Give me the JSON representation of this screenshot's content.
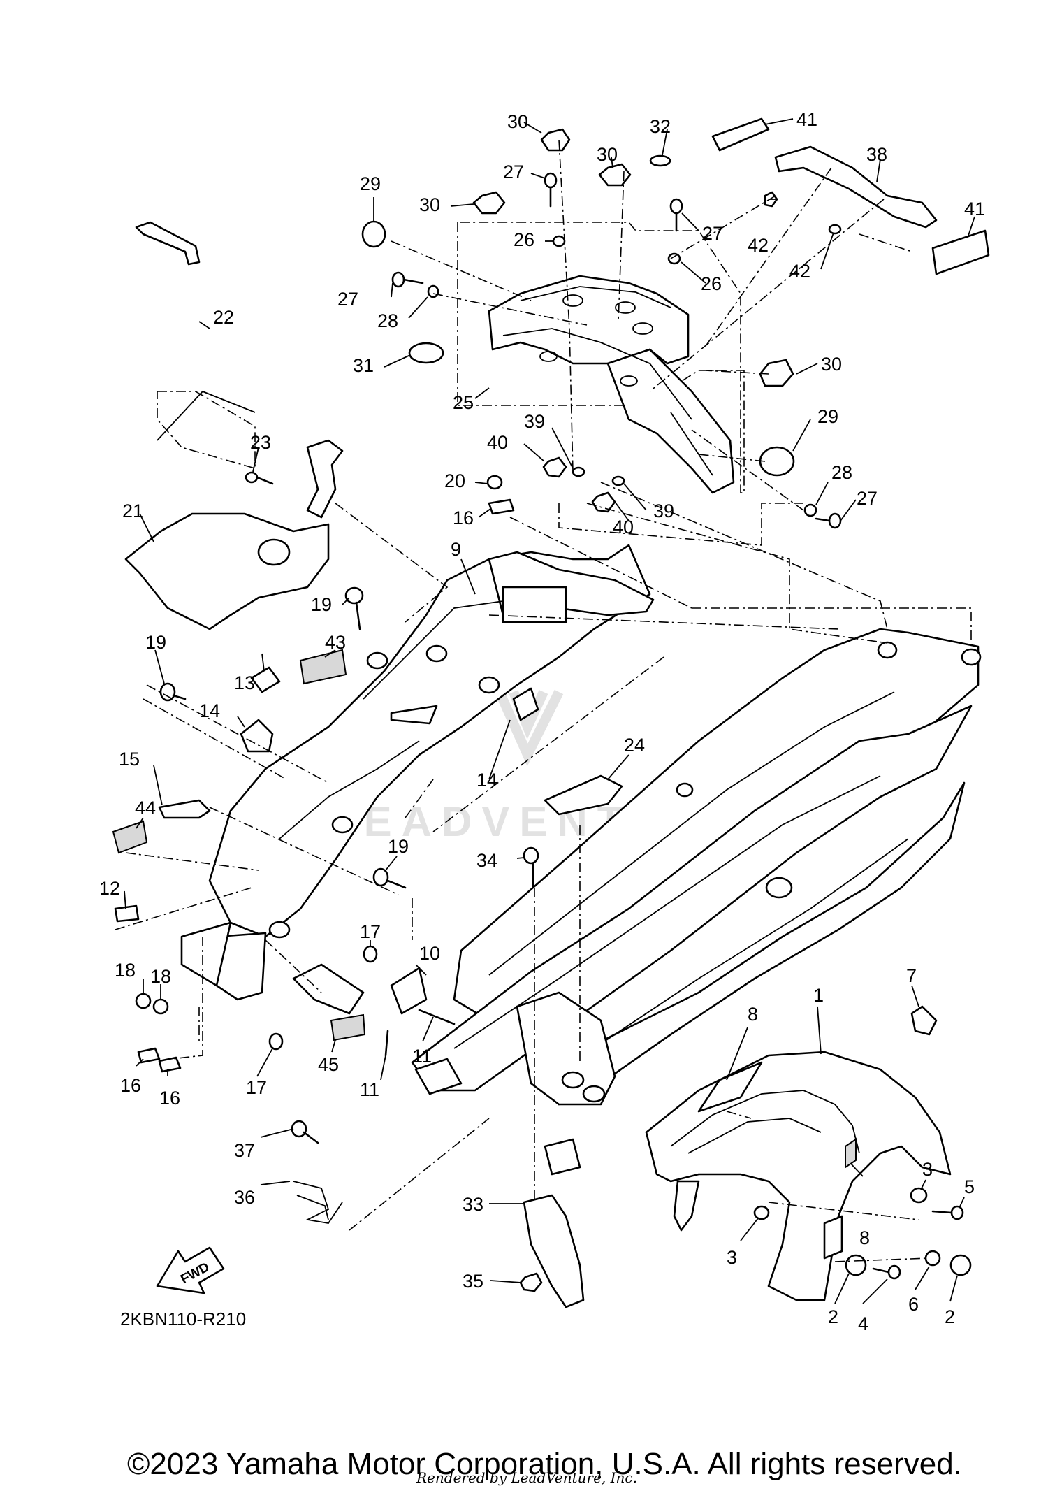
{
  "diagram": {
    "watermark": "LEADVENTURE",
    "fwd_label": "FWD",
    "code": "2KBN110-R210",
    "copyright": "©2023 Yamaha Motor Corporation, U.S.A. All rights reserved.",
    "rendered_by": "Rendered by LeadVenture, Inc.",
    "callouts": [
      {
        "id": "c30a",
        "text": "30"
      },
      {
        "id": "c32",
        "text": "32"
      },
      {
        "id": "c41a",
        "text": "41"
      },
      {
        "id": "c27a",
        "text": "27"
      },
      {
        "id": "c30b",
        "text": "30"
      },
      {
        "id": "c38",
        "text": "38"
      },
      {
        "id": "c29a",
        "text": "29"
      },
      {
        "id": "c30c",
        "text": "30"
      },
      {
        "id": "c27b",
        "text": "27"
      },
      {
        "id": "c41b",
        "text": "41"
      },
      {
        "id": "c26a",
        "text": "26"
      },
      {
        "id": "c42a",
        "text": "42"
      },
      {
        "id": "c42b",
        "text": "42"
      },
      {
        "id": "c26b",
        "text": "26"
      },
      {
        "id": "c27c",
        "text": "27"
      },
      {
        "id": "c28a",
        "text": "28"
      },
      {
        "id": "c22",
        "text": "22"
      },
      {
        "id": "c31",
        "text": "31"
      },
      {
        "id": "c30d",
        "text": "30"
      },
      {
        "id": "c25",
        "text": "25"
      },
      {
        "id": "c39a",
        "text": "39"
      },
      {
        "id": "c29b",
        "text": "29"
      },
      {
        "id": "c40a",
        "text": "40"
      },
      {
        "id": "c23",
        "text": "23"
      },
      {
        "id": "c20",
        "text": "20"
      },
      {
        "id": "c28b",
        "text": "28"
      },
      {
        "id": "c27d",
        "text": "27"
      },
      {
        "id": "c39b",
        "text": "39"
      },
      {
        "id": "c16a",
        "text": "16"
      },
      {
        "id": "c40b",
        "text": "40"
      },
      {
        "id": "c21",
        "text": "21"
      },
      {
        "id": "c9",
        "text": "9"
      },
      {
        "id": "c19a",
        "text": "19"
      },
      {
        "id": "c19b",
        "text": "19"
      },
      {
        "id": "c43",
        "text": "43"
      },
      {
        "id": "c13",
        "text": "13"
      },
      {
        "id": "c14a",
        "text": "14"
      },
      {
        "id": "c15",
        "text": "15"
      },
      {
        "id": "c14b",
        "text": "14"
      },
      {
        "id": "c24",
        "text": "24"
      },
      {
        "id": "c44",
        "text": "44"
      },
      {
        "id": "c19c",
        "text": "19"
      },
      {
        "id": "c34",
        "text": "34"
      },
      {
        "id": "c12",
        "text": "12"
      },
      {
        "id": "c17a",
        "text": "17"
      },
      {
        "id": "c10",
        "text": "10"
      },
      {
        "id": "c18a",
        "text": "18"
      },
      {
        "id": "c18b",
        "text": "18"
      },
      {
        "id": "c8a",
        "text": "8"
      },
      {
        "id": "c1",
        "text": "1"
      },
      {
        "id": "c7",
        "text": "7"
      },
      {
        "id": "c11a",
        "text": "11"
      },
      {
        "id": "c45",
        "text": "45"
      },
      {
        "id": "c11b",
        "text": "11"
      },
      {
        "id": "c16b",
        "text": "16"
      },
      {
        "id": "c16c",
        "text": "16"
      },
      {
        "id": "c17b",
        "text": "17"
      },
      {
        "id": "c37",
        "text": "37"
      },
      {
        "id": "c36",
        "text": "36"
      },
      {
        "id": "c33",
        "text": "33"
      },
      {
        "id": "c3a",
        "text": "3"
      },
      {
        "id": "c5",
        "text": "5"
      },
      {
        "id": "c8b",
        "text": "8"
      },
      {
        "id": "c3b",
        "text": "3"
      },
      {
        "id": "c35",
        "text": "35"
      },
      {
        "id": "c2a",
        "text": "2"
      },
      {
        "id": "c6",
        "text": "6"
      },
      {
        "id": "c2b",
        "text": "2"
      },
      {
        "id": "c4",
        "text": "4"
      }
    ]
  }
}
